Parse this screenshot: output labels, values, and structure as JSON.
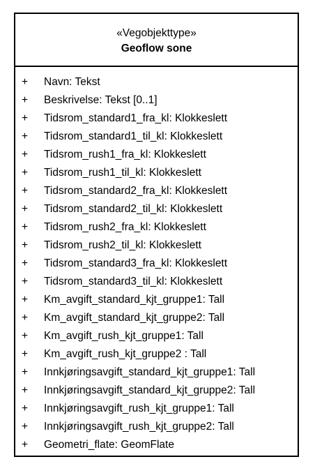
{
  "class": {
    "stereotype": "«Vegobjekttype»",
    "name": "Geoflow sone",
    "attributes": [
      {
        "visibility": "+",
        "text": "Navn: Tekst"
      },
      {
        "visibility": "+",
        "text": "Beskrivelse: Tekst [0..1]"
      },
      {
        "visibility": "+",
        "text": "Tidsrom_standard1_fra_kl: Klokkeslett"
      },
      {
        "visibility": "+",
        "text": "Tidsrom_standard1_til_kl: Klokkeslett"
      },
      {
        "visibility": "+",
        "text": "Tidsrom_rush1_fra_kl: Klokkeslett"
      },
      {
        "visibility": "+",
        "text": "Tidsrom_rush1_til_kl: Klokkeslett"
      },
      {
        "visibility": "+",
        "text": "Tidsrom_standard2_fra_kl: Klokkeslett"
      },
      {
        "visibility": "+",
        "text": "Tidsrom_standard2_til_kl: Klokkeslett"
      },
      {
        "visibility": "+",
        "text": "Tidsrom_rush2_fra_kl: Klokkeslett"
      },
      {
        "visibility": "+",
        "text": "Tidsrom_rush2_til_kl: Klokkeslett"
      },
      {
        "visibility": "+",
        "text": "Tidsrom_standard3_fra_kl: Klokkeslett"
      },
      {
        "visibility": "+",
        "text": "Tidsrom_standard3_til_kl: Klokkeslett"
      },
      {
        "visibility": "+",
        "text": "Km_avgift_standard_kjt_gruppe1: Tall"
      },
      {
        "visibility": "+",
        "text": "Km_avgift_standard_kjt_gruppe2: Tall"
      },
      {
        "visibility": "+",
        "text": "Km_avgift_rush_kjt_gruppe1: Tall"
      },
      {
        "visibility": "+",
        "text": "Km_avgift_rush_kjt_gruppe2 : Tall"
      },
      {
        "visibility": "+",
        "text": "Innkjøringsavgift_standard_kjt_gruppe1: Tall"
      },
      {
        "visibility": "+",
        "text": "Innkjøringsavgift_standard_kjt_gruppe2: Tall"
      },
      {
        "visibility": "+",
        "text": "Innkjøringsavgift_rush_kjt_gruppe1: Tall"
      },
      {
        "visibility": "+",
        "text": "Innkjøringsavgift_rush_kjt_gruppe2: Tall"
      },
      {
        "visibility": "+",
        "text": "Geometri_flate: GeomFlate"
      }
    ]
  },
  "colors": {
    "border": "#000000",
    "background": "#ffffff",
    "text": "#000000"
  }
}
